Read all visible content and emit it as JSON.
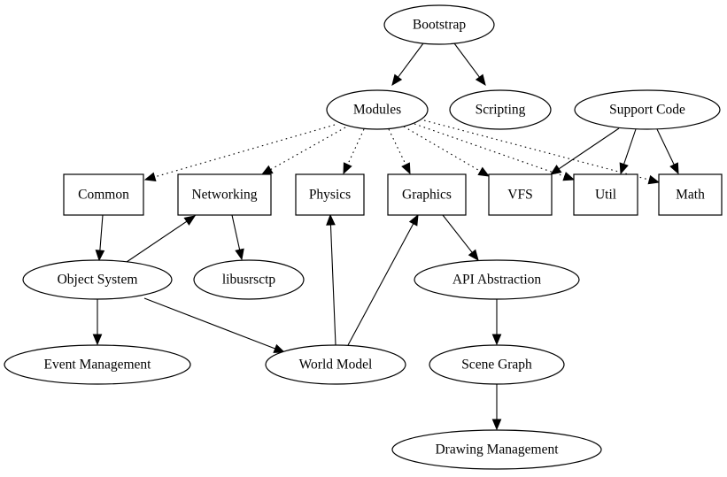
{
  "nodes": {
    "bootstrap": {
      "label": "Bootstrap",
      "shape": "ellipse"
    },
    "modules": {
      "label": "Modules",
      "shape": "ellipse"
    },
    "scripting": {
      "label": "Scripting",
      "shape": "ellipse"
    },
    "support_code": {
      "label": "Support Code",
      "shape": "ellipse"
    },
    "common": {
      "label": "Common",
      "shape": "box"
    },
    "networking": {
      "label": "Networking",
      "shape": "box"
    },
    "physics": {
      "label": "Physics",
      "shape": "box"
    },
    "graphics": {
      "label": "Graphics",
      "shape": "box"
    },
    "vfs": {
      "label": "VFS",
      "shape": "box"
    },
    "util": {
      "label": "Util",
      "shape": "box"
    },
    "math": {
      "label": "Math",
      "shape": "box"
    },
    "object_system": {
      "label": "Object System",
      "shape": "ellipse"
    },
    "libusrsctp": {
      "label": "libusrsctp",
      "shape": "ellipse"
    },
    "api_abstraction": {
      "label": "API Abstraction",
      "shape": "ellipse"
    },
    "event_management": {
      "label": "Event Management",
      "shape": "ellipse"
    },
    "world_model": {
      "label": "World Model",
      "shape": "ellipse"
    },
    "scene_graph": {
      "label": "Scene Graph",
      "shape": "ellipse"
    },
    "drawing_management": {
      "label": "Drawing Management",
      "shape": "ellipse"
    }
  },
  "edges": [
    {
      "from": "bootstrap",
      "to": "modules",
      "style": "solid"
    },
    {
      "from": "bootstrap",
      "to": "scripting",
      "style": "solid"
    },
    {
      "from": "modules",
      "to": "common",
      "style": "dotted"
    },
    {
      "from": "modules",
      "to": "networking",
      "style": "dotted"
    },
    {
      "from": "modules",
      "to": "physics",
      "style": "dotted"
    },
    {
      "from": "modules",
      "to": "graphics",
      "style": "dotted"
    },
    {
      "from": "modules",
      "to": "vfs",
      "style": "dotted"
    },
    {
      "from": "modules",
      "to": "util",
      "style": "dotted"
    },
    {
      "from": "modules",
      "to": "math",
      "style": "dotted"
    },
    {
      "from": "support_code",
      "to": "vfs",
      "style": "solid"
    },
    {
      "from": "support_code",
      "to": "util",
      "style": "solid"
    },
    {
      "from": "support_code",
      "to": "math",
      "style": "solid"
    },
    {
      "from": "common",
      "to": "object_system",
      "style": "solid"
    },
    {
      "from": "object_system",
      "to": "networking",
      "style": "solid"
    },
    {
      "from": "networking",
      "to": "libusrsctp",
      "style": "solid"
    },
    {
      "from": "object_system",
      "to": "event_management",
      "style": "solid"
    },
    {
      "from": "object_system",
      "to": "world_model",
      "style": "solid"
    },
    {
      "from": "world_model",
      "to": "physics",
      "style": "solid"
    },
    {
      "from": "world_model",
      "to": "graphics",
      "style": "solid"
    },
    {
      "from": "graphics",
      "to": "api_abstraction",
      "style": "solid"
    },
    {
      "from": "api_abstraction",
      "to": "scene_graph",
      "style": "solid"
    },
    {
      "from": "scene_graph",
      "to": "drawing_management",
      "style": "solid"
    }
  ]
}
